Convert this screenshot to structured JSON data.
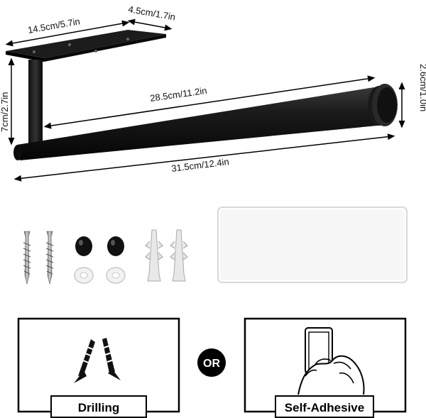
{
  "dimensions": {
    "base_length": "14.5cm/5.7in",
    "base_width": "4.5cm/1.7in",
    "height": "7cm/2.7in",
    "bar_length": "28.5cm/11.2in",
    "end_cap": "2.6cm/1.0in",
    "total_length": "31.5cm/12.4in"
  },
  "install_options": {
    "drilling_label": "Drilling",
    "or_label": "OR",
    "adhesive_label": "Self-Adhesive"
  },
  "colors": {
    "product": "#111111",
    "line": "#000000",
    "screw": "#9a9a9a",
    "anchor": "#e6e6e6"
  }
}
